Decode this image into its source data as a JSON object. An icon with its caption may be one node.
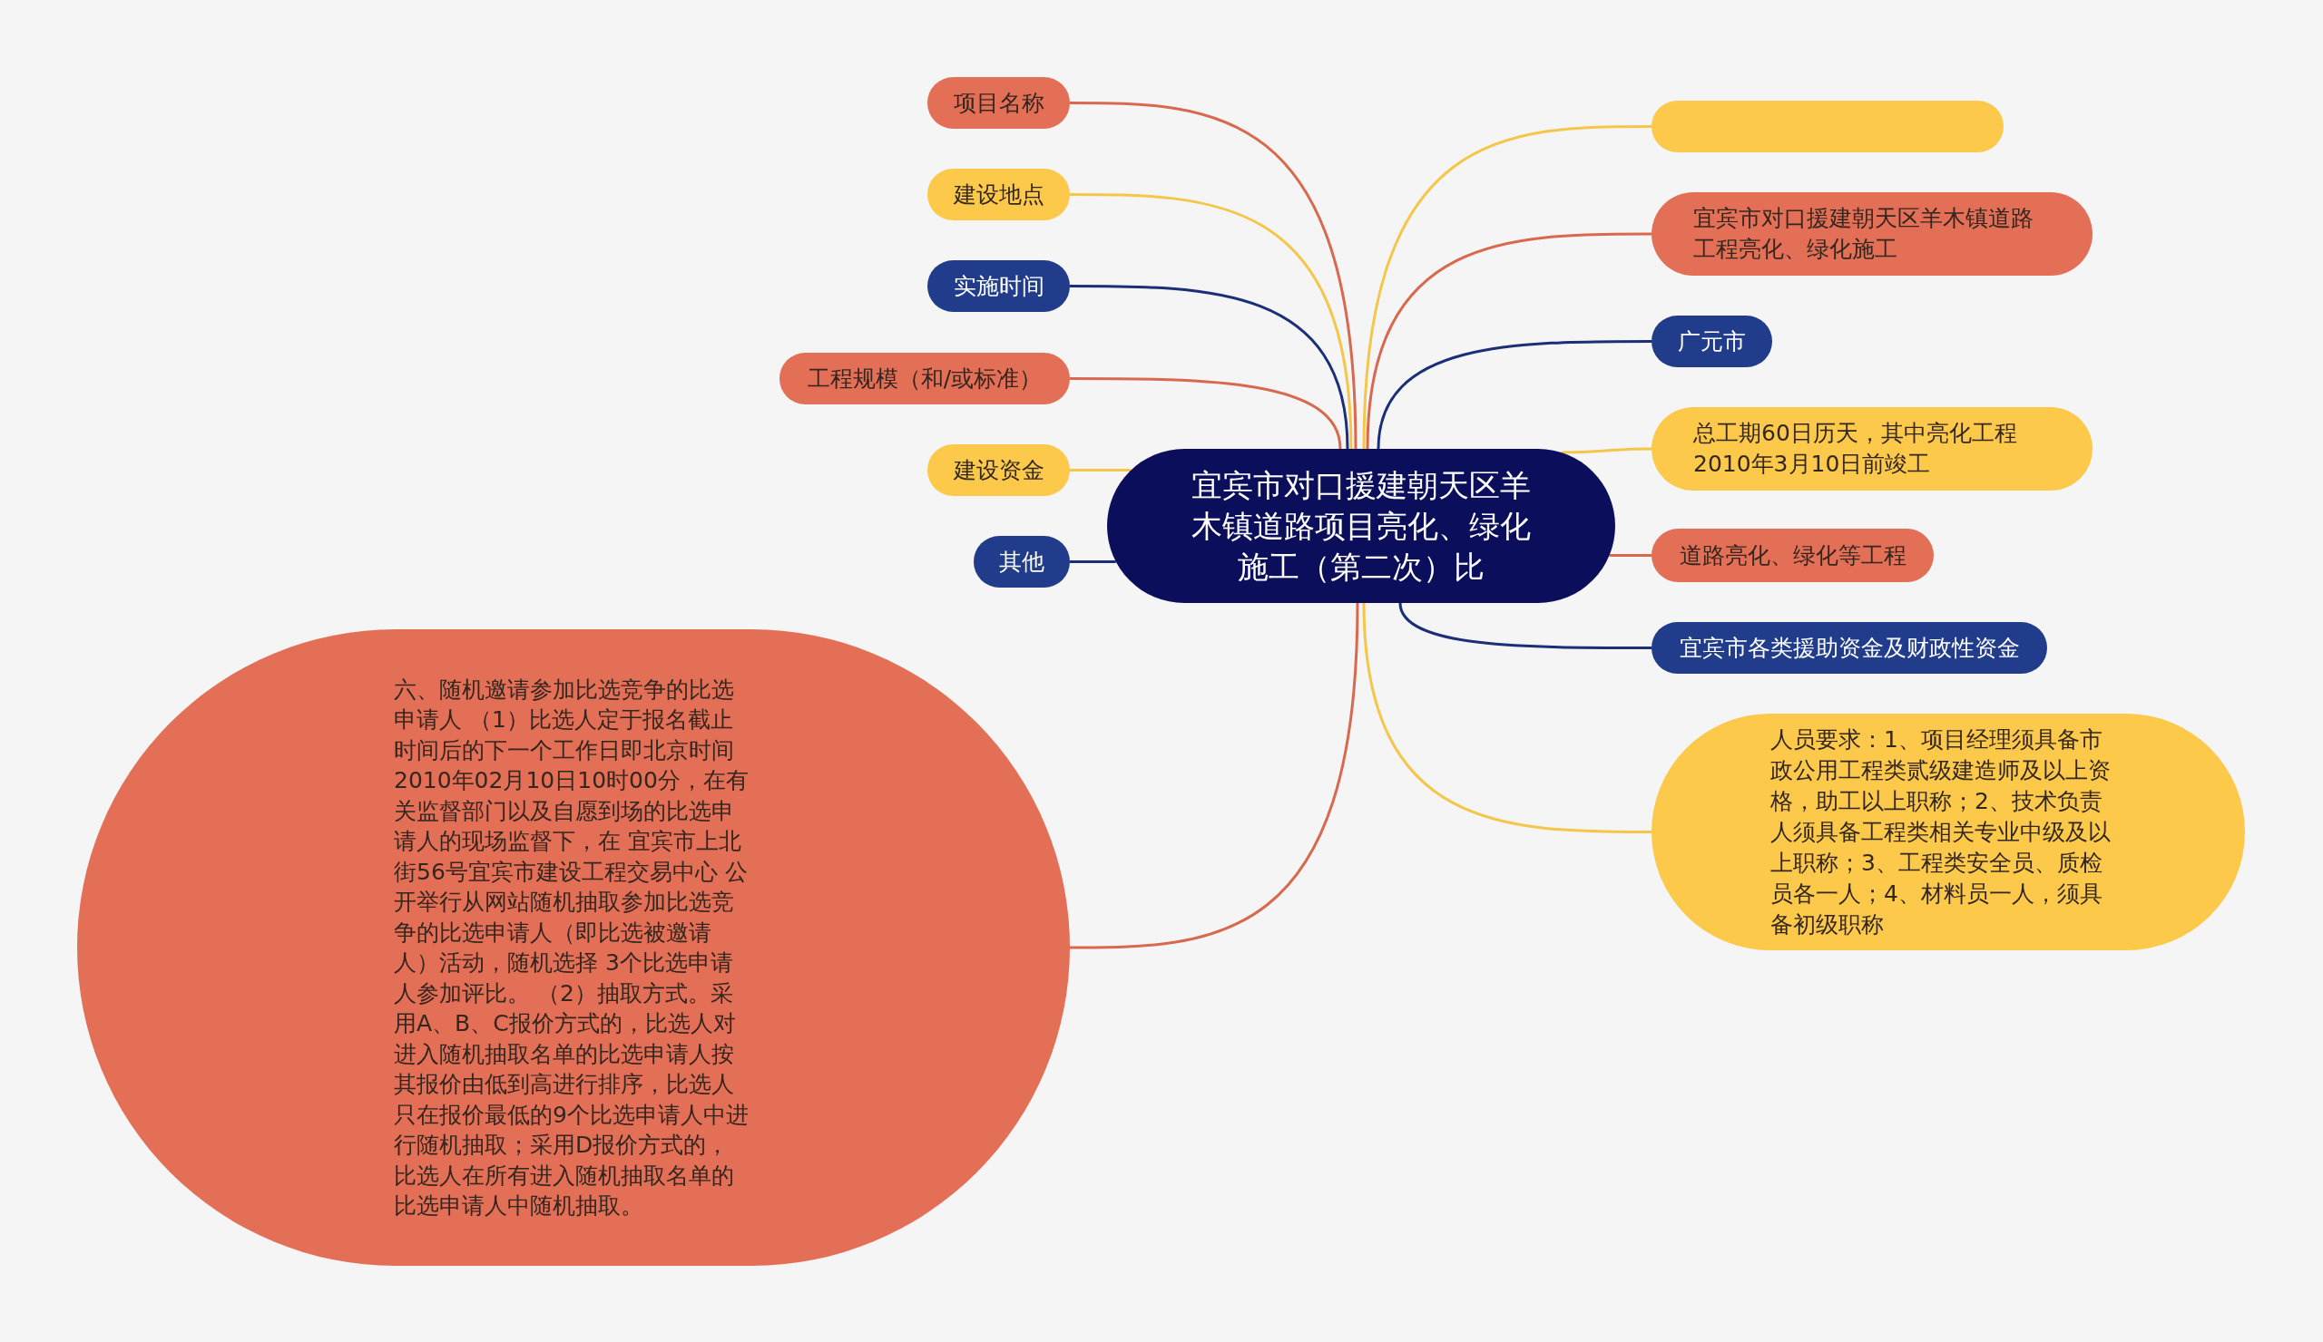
{
  "diagram": {
    "nodes": [
      {
        "text": [
          "宜宾市对口援建朝天区羊木镇道路项目亮化、绿化施工（第二次）比"
        ]
      },
      {
        "text": [
          "项目名称"
        ]
      },
      {
        "text": [
          "建设地点"
        ]
      },
      {
        "text": [
          "实施时间"
        ]
      },
      {
        "text": [
          "工程规模（和/或标准）"
        ]
      },
      {
        "text": [
          "建设资金"
        ]
      },
      {
        "text": [
          "其他"
        ]
      },
      {
        "text": [
          "六、随机邀请参加比选竞争的比选申请人 （1）比选人定于报名截止时间后的下一个工作日即北京时间 2010年02月10日10时00分，在有关监督部门以及自愿到场的比选申请人的现场监督下，在 宜宾市上北街56号宜宾市建设工程交易中心 公开举行从网站随机抽取参加比选竞争的比选申请人（即比选被邀请人）活动，随机选择 3个比选申请人参加评比。 （2）抽取方式。采用A、B、C报价方式的，比选人对进入随机抽取名单的比选申请人按其报价由低到高进行排序，比选人只在报价最低的9个比选申请人中进行随机抽取；采用D报价方式的，比选人在所有进入随机抽取名单的比选申请人中随机抽取。"
        ]
      },
      {
        "text": [],
        "shape": "box"
      },
      {
        "text": [
          "宜宾市对口援建朝天区羊木镇道路工程亮化、绿化施工"
        ]
      },
      {
        "text": [
          "广元市"
        ]
      },
      {
        "text": [
          "总工期60日历天，其中亮化工程2010年3月10日前竣工"
        ]
      },
      {
        "text": [
          "道路亮化、绿化等工程"
        ]
      },
      {
        "text": [
          "宜宾市各类援助资金及财政性资金"
        ]
      },
      {
        "text": [
          "人员要求：1、项目经理须具备市政公用工程类贰级建造师及以上资格，助工以上职称；2、技术负责人须具备工程类相关专业中级及以上职称；3、工程类安全员、质检员各一人；4、材料员一人，须具备初级职称"
        ]
      }
    ],
    "edges": [
      {
        "from": 0,
        "to": 1,
        "arrow": "none",
        "color": "#d8694f"
      },
      {
        "from": 0,
        "to": 2,
        "arrow": "none",
        "color": "#f4c64a"
      },
      {
        "from": 0,
        "to": 3,
        "arrow": "none",
        "color": "#1a2f78"
      },
      {
        "from": 0,
        "to": 4,
        "arrow": "none",
        "color": "#d8694f"
      },
      {
        "from": 0,
        "to": 5,
        "arrow": "none",
        "color": "#f4c64a"
      },
      {
        "from": 0,
        "to": 6,
        "arrow": "none",
        "color": "#1a2f78"
      },
      {
        "from": 0,
        "to": 7,
        "arrow": "none",
        "color": "#d8694f"
      },
      {
        "from": 0,
        "to": 8,
        "arrow": "none",
        "color": "#f4c64a"
      },
      {
        "from": 0,
        "to": 9,
        "arrow": "none",
        "color": "#d8694f"
      },
      {
        "from": 0,
        "to": 10,
        "arrow": "none",
        "color": "#1a2f78"
      },
      {
        "from": 0,
        "to": 11,
        "arrow": "none",
        "color": "#f4c64a"
      },
      {
        "from": 0,
        "to": 12,
        "arrow": "none",
        "color": "#d8694f"
      },
      {
        "from": 0,
        "to": 13,
        "arrow": "none",
        "color": "#1a2f78"
      },
      {
        "from": 0,
        "to": 14,
        "arrow": "none",
        "color": "#f4c64a"
      }
    ]
  }
}
